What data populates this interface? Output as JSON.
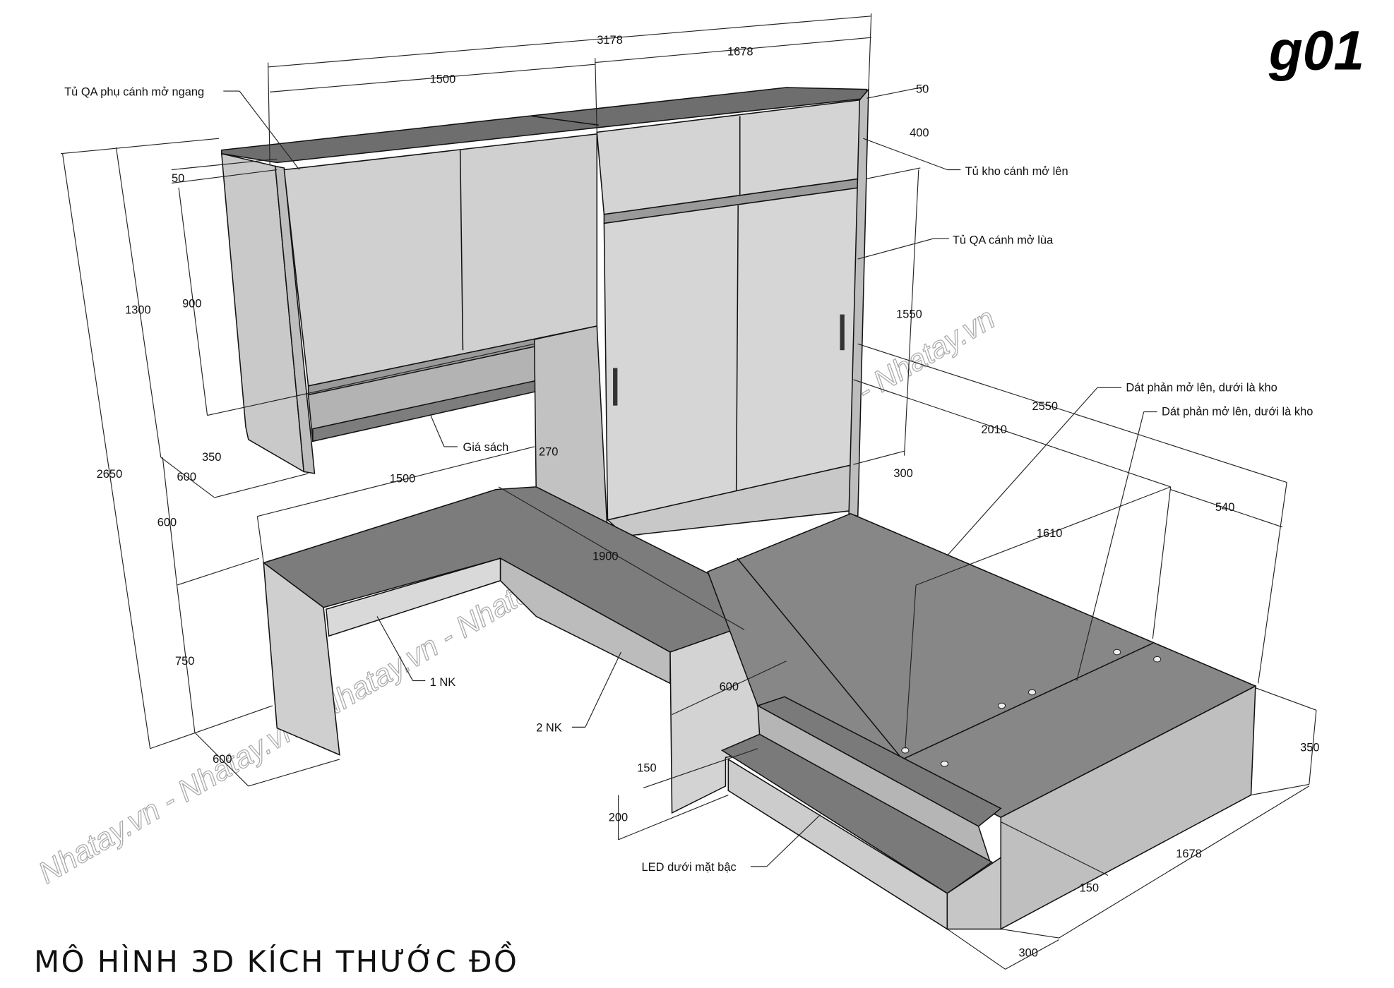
{
  "badge": "g01",
  "title": "MÔ HÌNH 3D KÍCH THƯỚC ĐỒ",
  "watermark": "Nhatay.vn - Nhatay.vn - Nhatay.vn - Nhatay.vn - Nhatay.vn - Nhatay.vn - Nhatay.vn",
  "callouts": {
    "side_cabinet": "Tủ QA phụ cánh mở ngang",
    "storage_cabinet": "Tủ kho cánh mở lên",
    "sliding_wardrobe": "Tủ QA cánh mở lùa",
    "bookshelf": "Giá sách",
    "bed_panel_1": "Dát phản mở lên, dưới là kho",
    "bed_panel_2": "Dát phản mở lên, dưới là kho",
    "drawer_1": "1 NK",
    "drawer_2": "2 NK",
    "led": "LED dưới mặt bậc"
  },
  "dimensions": [
    "3178",
    "1678",
    "1500",
    "50",
    "400",
    "1550",
    "50",
    "1300",
    "900",
    "2650",
    "350",
    "600",
    "270",
    "1500",
    "300",
    "2550",
    "2010",
    "540",
    "1610",
    "600",
    "1900",
    "750",
    "600",
    "350",
    "150",
    "600",
    "200",
    "1678",
    "150",
    "300"
  ]
}
